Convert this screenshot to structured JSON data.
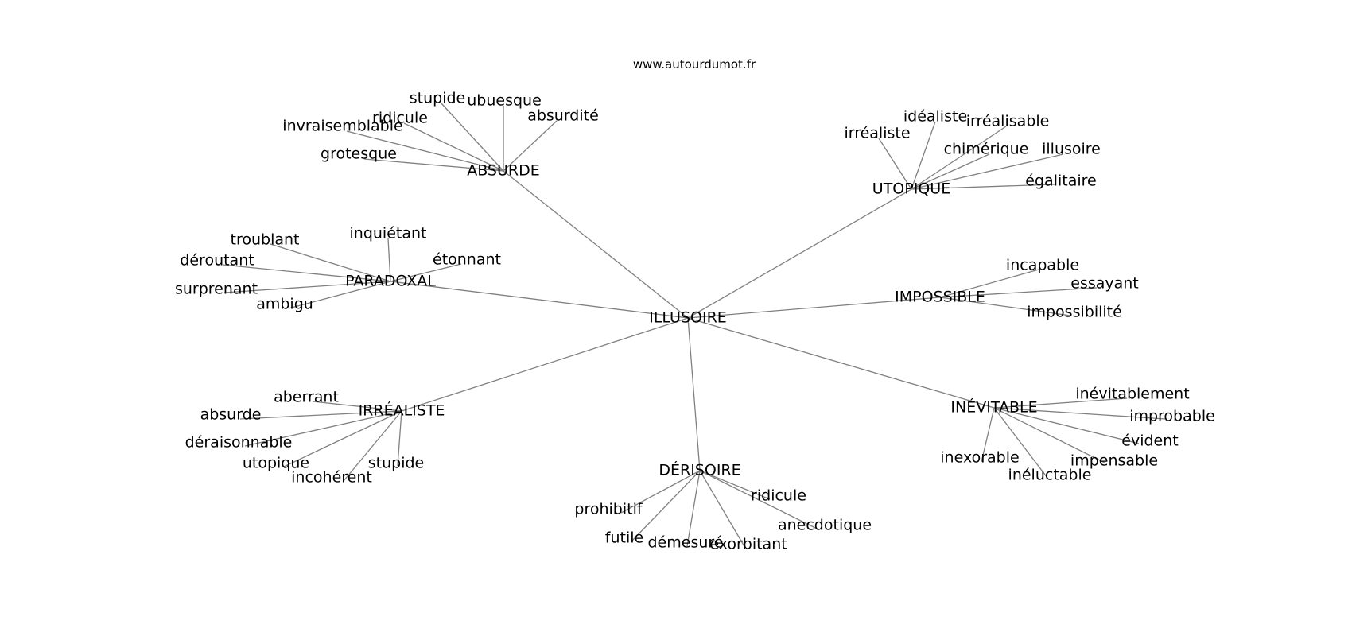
{
  "site": "www.autourdumot.fr",
  "center": "ILLUSOIRE",
  "colors": {
    "edge": "#808080",
    "text": "#000000",
    "background": "#ffffff"
  },
  "clusters": [
    {
      "hub": "ABSURDE",
      "words": [
        "stupide",
        "ubuesque",
        "ridicule",
        "absurdité",
        "invraisemblable",
        "grotesque"
      ]
    },
    {
      "hub": "UTOPIQUE",
      "words": [
        "idéaliste",
        "irréalisable",
        "irréaliste",
        "chimérique",
        "illusoire",
        "égalitaire"
      ]
    },
    {
      "hub": "PARADOXAL",
      "words": [
        "troublant",
        "inquiétant",
        "déroutant",
        "étonnant",
        "surprenant",
        "ambigu"
      ]
    },
    {
      "hub": "IMPOSSIBLE",
      "words": [
        "incapable",
        "essayant",
        "impossibilité"
      ]
    },
    {
      "hub": "IRRÉALISTE",
      "words": [
        "aberrant",
        "absurde",
        "déraisonnable",
        "utopique",
        "stupide",
        "incohérent"
      ]
    },
    {
      "hub": "INÉVITABLE",
      "words": [
        "inévitablement",
        "improbable",
        "évident",
        "impensable",
        "inexorable",
        "inéluctable"
      ]
    },
    {
      "hub": "DÉRISOIRE",
      "words": [
        "ridicule",
        "prohibitif",
        "anecdotique",
        "futile",
        "exorbitant",
        "démesuré"
      ]
    }
  ]
}
